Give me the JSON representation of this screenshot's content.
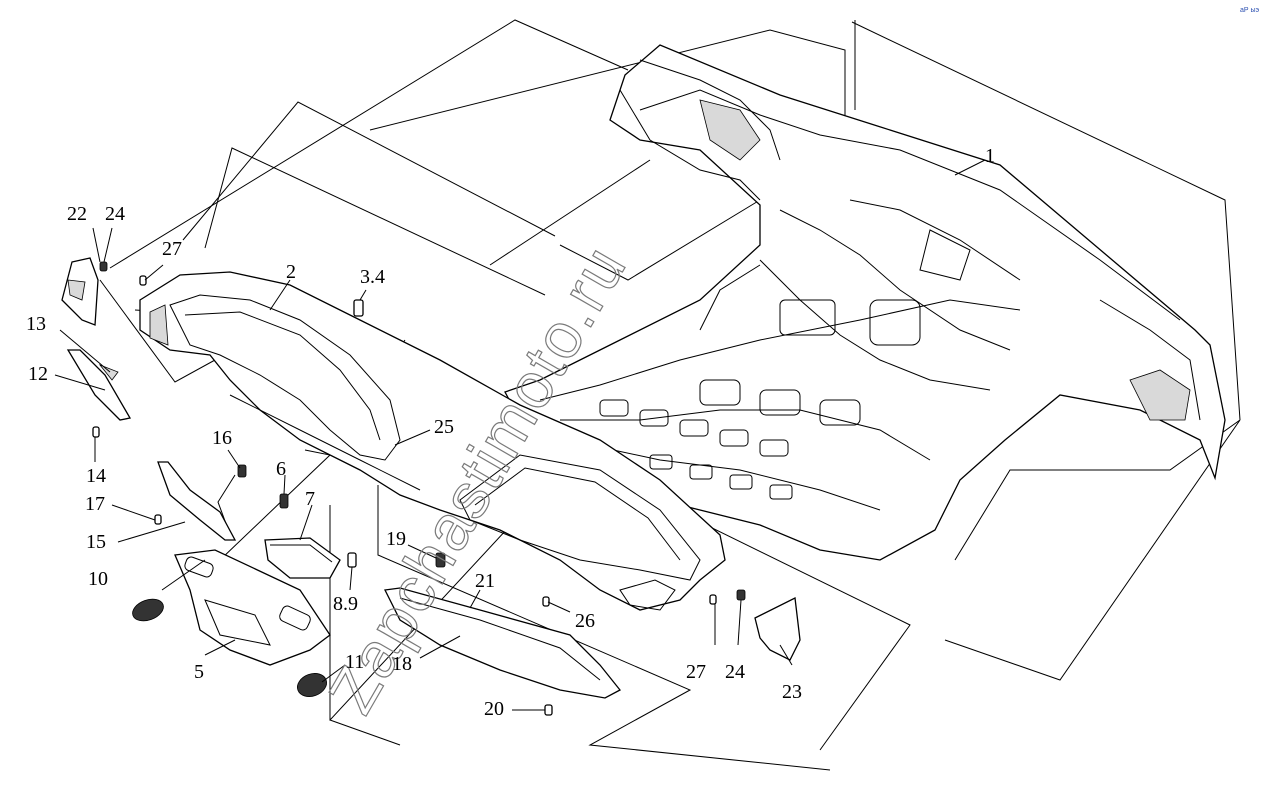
{
  "corner_mark": "аР ыэ",
  "watermark": "Zapchastimoto.ru",
  "labels": [
    {
      "id": "1",
      "text": "1"
    },
    {
      "id": "2",
      "text": "2"
    },
    {
      "id": "3.4",
      "text": "3.4"
    },
    {
      "id": "5",
      "text": "5"
    },
    {
      "id": "6",
      "text": "6"
    },
    {
      "id": "7",
      "text": "7"
    },
    {
      "id": "8.9",
      "text": "8.9"
    },
    {
      "id": "10",
      "text": "10"
    },
    {
      "id": "11",
      "text": "11"
    },
    {
      "id": "12",
      "text": "12"
    },
    {
      "id": "13",
      "text": "13"
    },
    {
      "id": "14",
      "text": "14"
    },
    {
      "id": "15",
      "text": "15"
    },
    {
      "id": "16",
      "text": "16"
    },
    {
      "id": "17",
      "text": "17"
    },
    {
      "id": "18",
      "text": "18"
    },
    {
      "id": "19",
      "text": "19"
    },
    {
      "id": "20",
      "text": "20"
    },
    {
      "id": "21",
      "text": "21"
    },
    {
      "id": "22",
      "text": "22"
    },
    {
      "id": "24a",
      "text": "24"
    },
    {
      "id": "24b",
      "text": "24"
    },
    {
      "id": "23",
      "text": "23"
    },
    {
      "id": "25",
      "text": "25"
    },
    {
      "id": "26",
      "text": "26"
    },
    {
      "id": "27a",
      "text": "27"
    },
    {
      "id": "27b",
      "text": "27"
    }
  ]
}
